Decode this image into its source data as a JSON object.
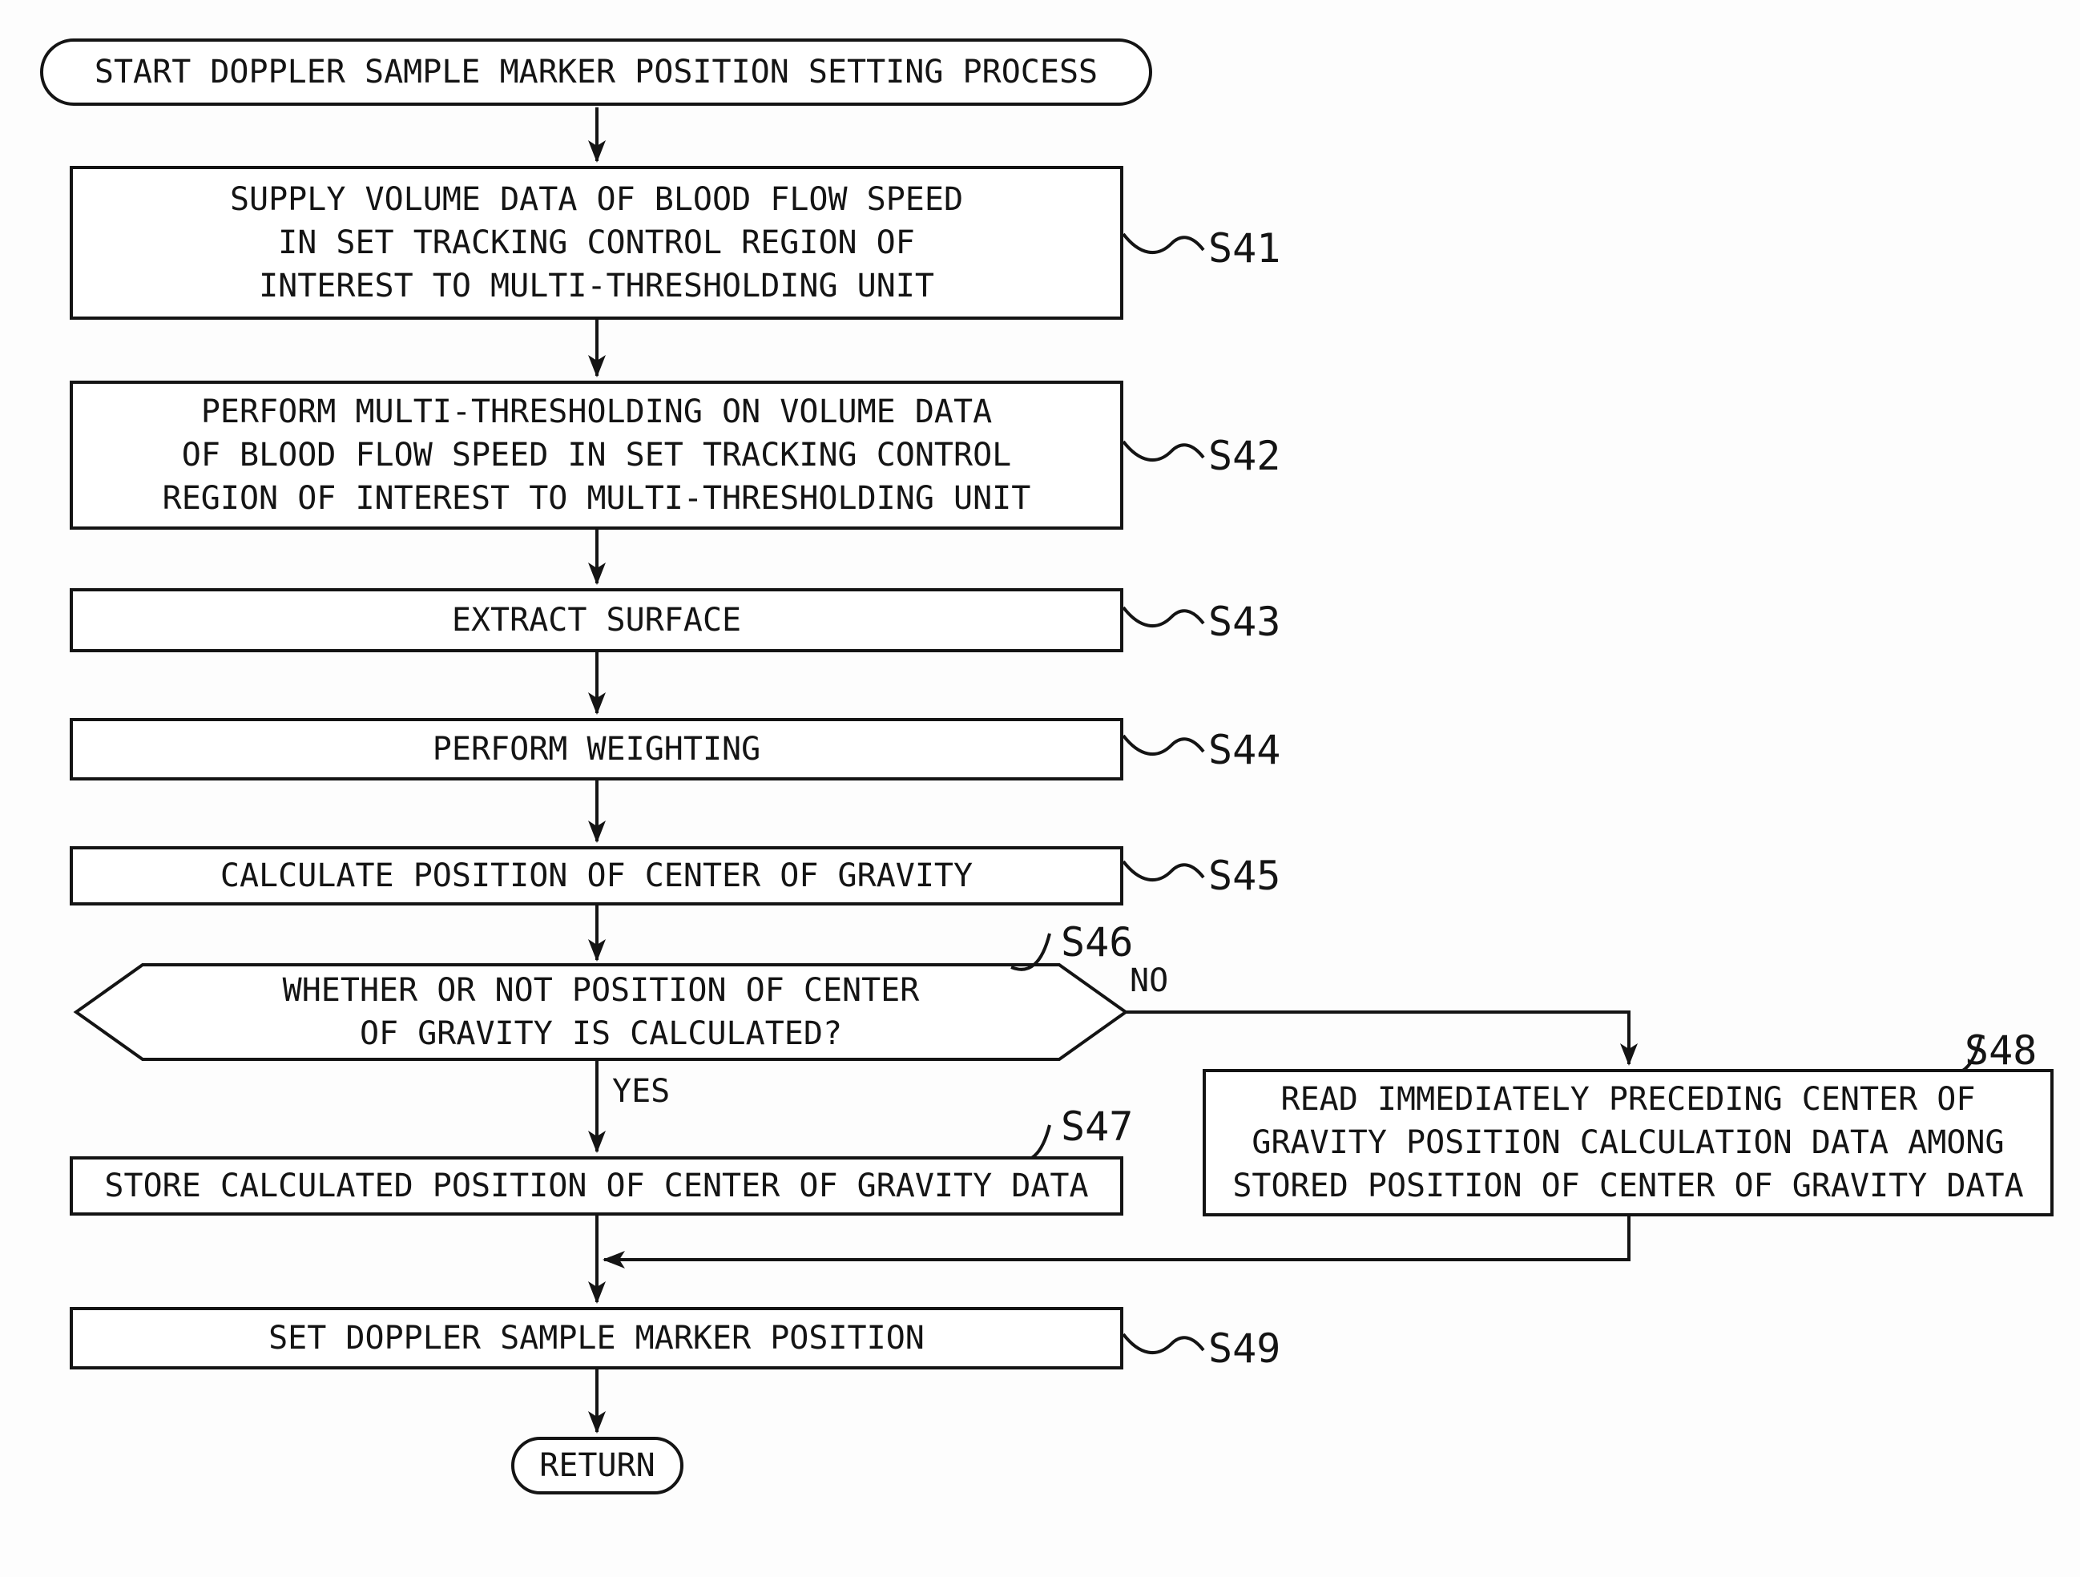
{
  "colors": {
    "ink": "#141414",
    "paper": "#fdfdfd"
  },
  "flowchart": {
    "start": {
      "label": "START DOPPLER SAMPLE MARKER POSITION SETTING PROCESS"
    },
    "s41": {
      "tag": "S41",
      "lines": [
        "SUPPLY VOLUME DATA OF BLOOD FLOW SPEED",
        "IN SET TRACKING CONTROL REGION OF",
        "INTEREST TO MULTI-THRESHOLDING UNIT"
      ]
    },
    "s42": {
      "tag": "S42",
      "lines": [
        "PERFORM MULTI-THRESHOLDING ON VOLUME DATA",
        "OF BLOOD FLOW SPEED IN SET TRACKING CONTROL",
        "REGION OF INTEREST TO MULTI-THRESHOLDING UNIT"
      ]
    },
    "s43": {
      "tag": "S43",
      "lines": [
        "EXTRACT SURFACE"
      ]
    },
    "s44": {
      "tag": "S44",
      "lines": [
        "PERFORM WEIGHTING"
      ]
    },
    "s45": {
      "tag": "S45",
      "lines": [
        "CALCULATE POSITION OF CENTER OF GRAVITY"
      ]
    },
    "s46": {
      "tag": "S46",
      "lines": [
        "WHETHER OR NOT POSITION OF CENTER",
        "OF GRAVITY IS CALCULATED?"
      ],
      "yes": "YES",
      "no": "NO"
    },
    "s47": {
      "tag": "S47",
      "lines": [
        "STORE CALCULATED POSITION OF CENTER OF GRAVITY DATA"
      ]
    },
    "s48": {
      "tag": "S48",
      "lines": [
        "READ IMMEDIATELY PRECEDING CENTER OF",
        "GRAVITY POSITION CALCULATION DATA AMONG",
        "STORED POSITION OF CENTER OF GRAVITY DATA"
      ]
    },
    "s49": {
      "tag": "S49",
      "lines": [
        "SET DOPPLER SAMPLE MARKER POSITION"
      ]
    },
    "end": {
      "label": "RETURN"
    }
  }
}
